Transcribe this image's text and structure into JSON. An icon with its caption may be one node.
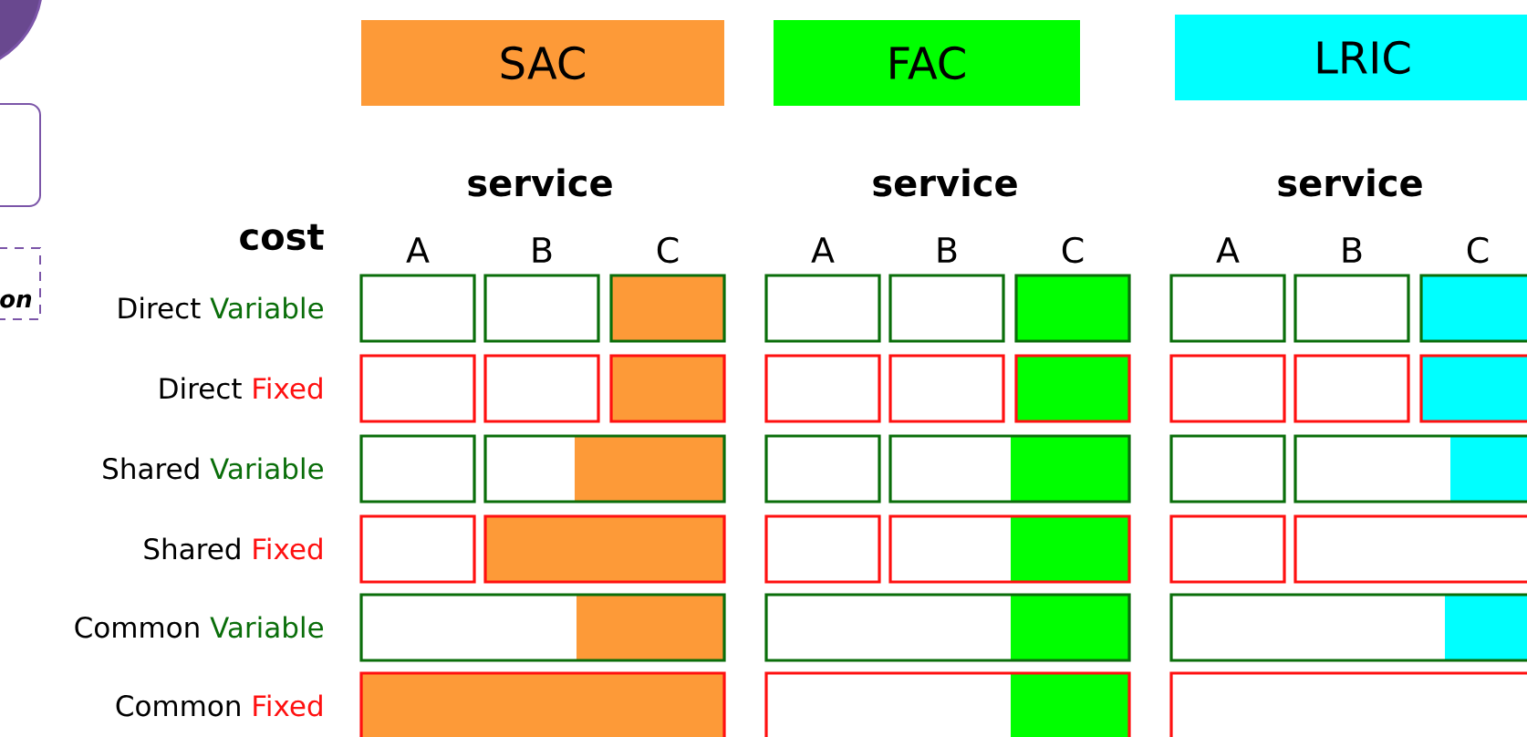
{
  "diagram": {
    "nodes": [
      {
        "text": [],
        "shape": "circle"
      },
      {
        "text": [],
        "shape": "box"
      },
      {
        "text": [
          "on"
        ]
      },
      {
        "text": [
          "SAC"
        ]
      },
      {
        "text": [
          "FAC"
        ]
      },
      {
        "text": [
          "LRIC"
        ]
      },
      {
        "text": [],
        "shape": "box"
      },
      {
        "text": [],
        "shape": "box"
      },
      {
        "text": [],
        "shape": "box"
      },
      {
        "text": [],
        "shape": "box"
      },
      {
        "text": [],
        "shape": "box"
      },
      {
        "text": [],
        "shape": "box"
      },
      {
        "text": [],
        "shape": "box"
      },
      {
        "text": [],
        "shape": "box"
      },
      {
        "text": [],
        "shape": "box"
      },
      {
        "text": [],
        "shape": "box"
      },
      {
        "text": [],
        "shape": "box"
      },
      {
        "text": [],
        "shape": "box"
      },
      {
        "text": [],
        "shape": "box"
      },
      {
        "text": [],
        "shape": "box"
      },
      {
        "text": [],
        "shape": "box"
      },
      {
        "text": [],
        "shape": "box"
      },
      {
        "text": [],
        "shape": "box"
      },
      {
        "text": [],
        "shape": "box"
      },
      {
        "text": [],
        "shape": "box"
      },
      {
        "text": [],
        "shape": "box"
      },
      {
        "text": [],
        "shape": "box"
      },
      {
        "text": [],
        "shape": "box"
      },
      {
        "text": [],
        "shape": "box"
      },
      {
        "text": [],
        "shape": "box"
      },
      {
        "text": [],
        "shape": "box"
      },
      {
        "text": [],
        "shape": "box"
      },
      {
        "text": [],
        "shape": "box"
      },
      {
        "text": [],
        "shape": "box"
      },
      {
        "text": [],
        "shape": "box"
      },
      {
        "text": [],
        "shape": "box"
      },
      {
        "text": [],
        "shape": "box"
      },
      {
        "text": [],
        "shape": "box"
      },
      {
        "text": [],
        "shape": "box"
      },
      {
        "text": [],
        "shape": "box"
      },
      {
        "text": [],
        "shape": "box"
      },
      {
        "text": [],
        "shape": "box"
      }
    ],
    "labels": [
      "service",
      "service",
      "service",
      "cost",
      "A",
      "B",
      "C",
      "A",
      "B",
      "C",
      "A",
      "B",
      "C",
      "Direct",
      "Variable",
      "Direct",
      "Fixed",
      "Shared",
      "Variable",
      "Shared",
      "Fixed",
      "Common",
      "Variable",
      "Common",
      "Fixed"
    ]
  }
}
